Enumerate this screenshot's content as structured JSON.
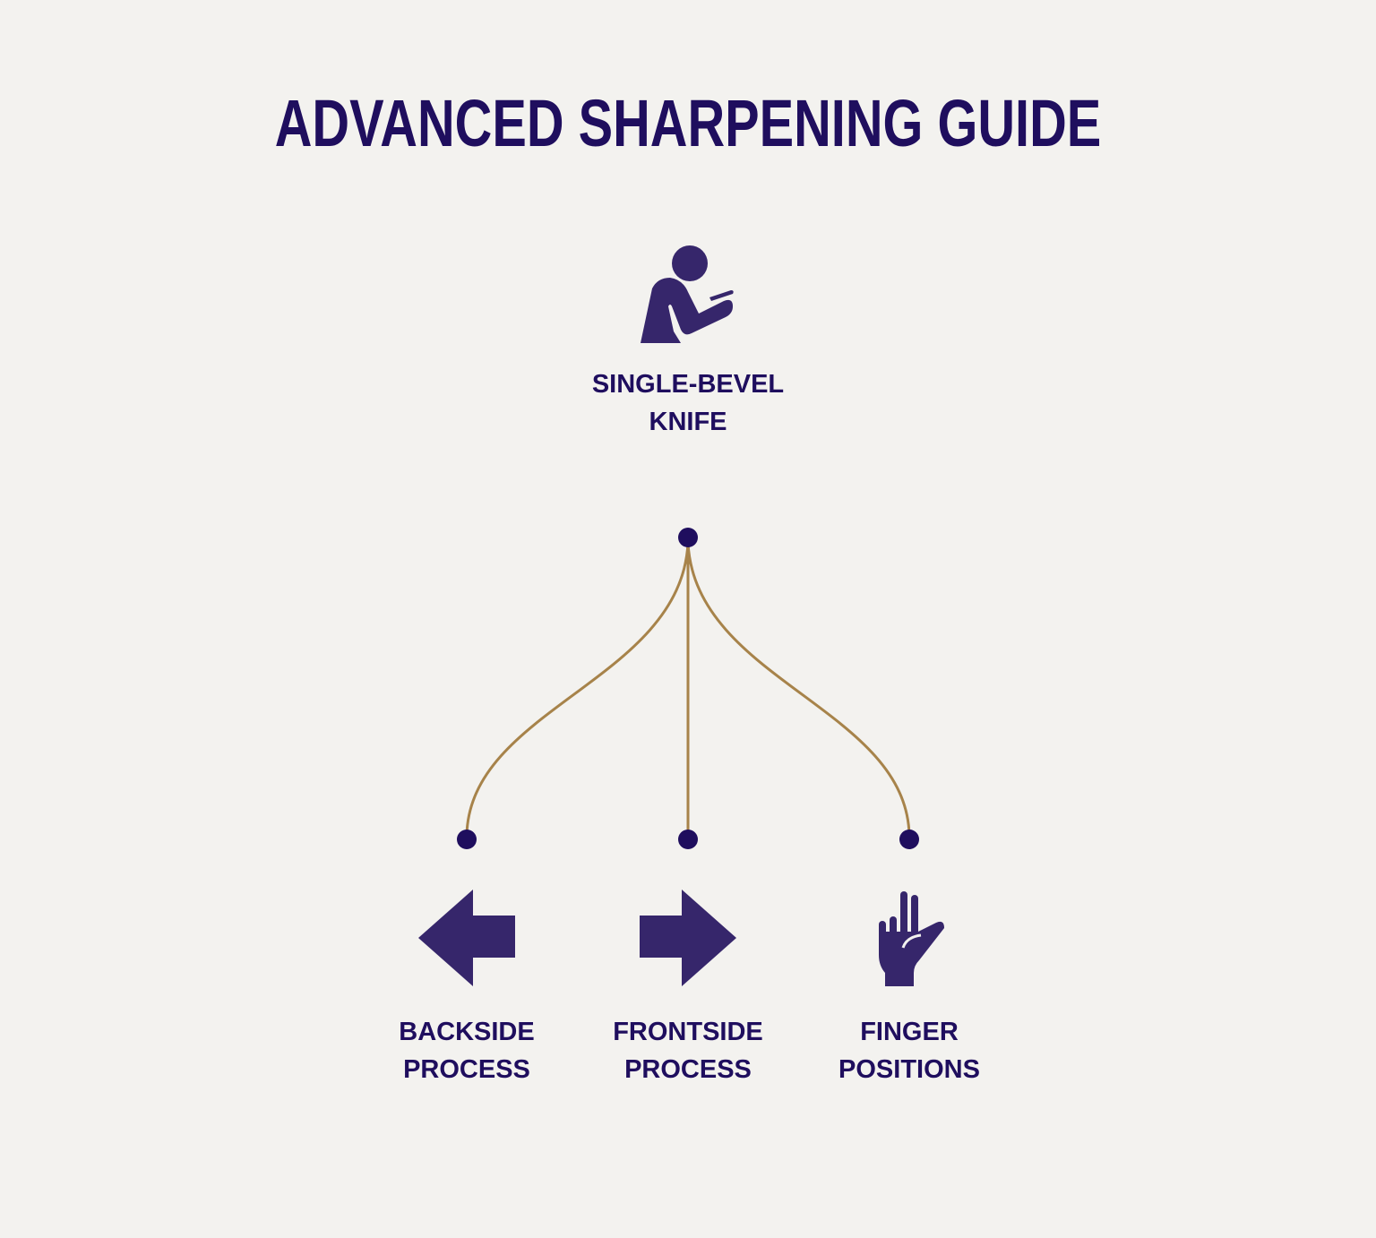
{
  "title": "ADVANCED SHARPENING GUIDE",
  "root": {
    "label": "SINGLE-BEVEL KNIFE",
    "icon": "person-sharpening-icon"
  },
  "branches": [
    {
      "line1": "BACKSIDE",
      "line2": "PROCESS",
      "icon": "arrow-left-icon"
    },
    {
      "line1": "FRONTSIDE",
      "line2": "PROCESS",
      "icon": "arrow-right-icon"
    },
    {
      "line1": "FINGER",
      "line2": "POSITIONS",
      "icon": "hand-two-fingers-icon"
    }
  ],
  "colors": {
    "background": "#f3f2ef",
    "text": "#1f0e5e",
    "icon": "#36266b",
    "node": "#1f0e5e",
    "connector": "#a7834a"
  }
}
